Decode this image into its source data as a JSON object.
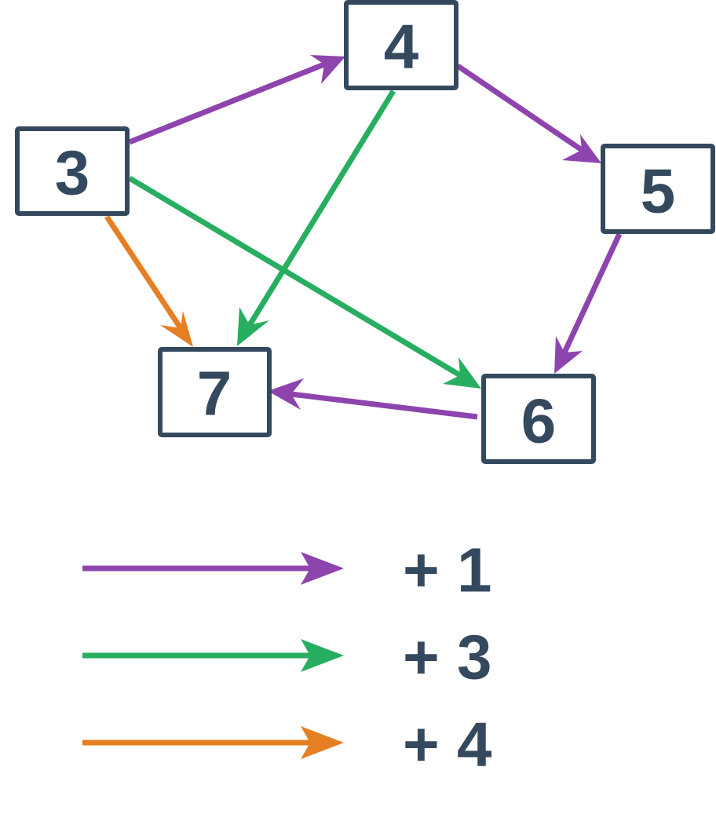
{
  "colors": {
    "text": "#34495e",
    "purple": "#8e44ad",
    "green": "#27ae60",
    "orange": "#e67e22"
  },
  "nodes": [
    {
      "id": "n3",
      "label": "3"
    },
    {
      "id": "n4",
      "label": "4"
    },
    {
      "id": "n5",
      "label": "5"
    },
    {
      "id": "n6",
      "label": "6"
    },
    {
      "id": "n7",
      "label": "7"
    }
  ],
  "edges": [
    {
      "from": "3",
      "to": "4",
      "color": "purple"
    },
    {
      "from": "4",
      "to": "5",
      "color": "purple"
    },
    {
      "from": "5",
      "to": "6",
      "color": "purple"
    },
    {
      "from": "6",
      "to": "7",
      "color": "purple"
    },
    {
      "from": "3",
      "to": "6",
      "color": "green"
    },
    {
      "from": "4",
      "to": "7",
      "color": "green"
    },
    {
      "from": "3",
      "to": "7",
      "color": "orange"
    }
  ],
  "legend": [
    {
      "color": "purple",
      "label": "+ 1"
    },
    {
      "color": "green",
      "label": "+ 3"
    },
    {
      "color": "orange",
      "label": "+ 4"
    }
  ]
}
